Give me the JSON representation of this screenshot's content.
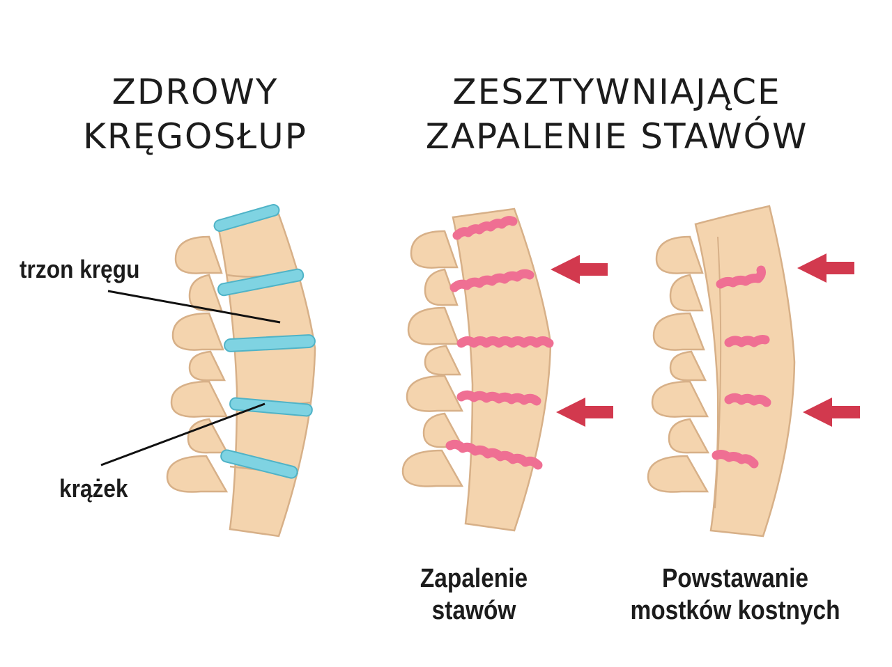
{
  "titles": {
    "healthy": [
      "ZDROWY",
      "KRĘGOSŁUP"
    ],
    "as": [
      "ZESZTYWNIAJĄCE",
      "ZAPALENIE STAWÓW"
    ]
  },
  "labels": {
    "vertebral_body": "trzon kręgu",
    "disc": "krążek"
  },
  "captions": {
    "inflammation": [
      "Zapalenie",
      "stawów"
    ],
    "bridges": [
      "Powstawanie",
      "mostków kostnych"
    ]
  },
  "colors": {
    "bone": "#f4d4ae",
    "bone_outline": "#d7b088",
    "disc_healthy": "#7fd3e2",
    "disc_inflamed": "#ef6f93",
    "arrow": "#d2394e",
    "leader_line": "#111111"
  }
}
